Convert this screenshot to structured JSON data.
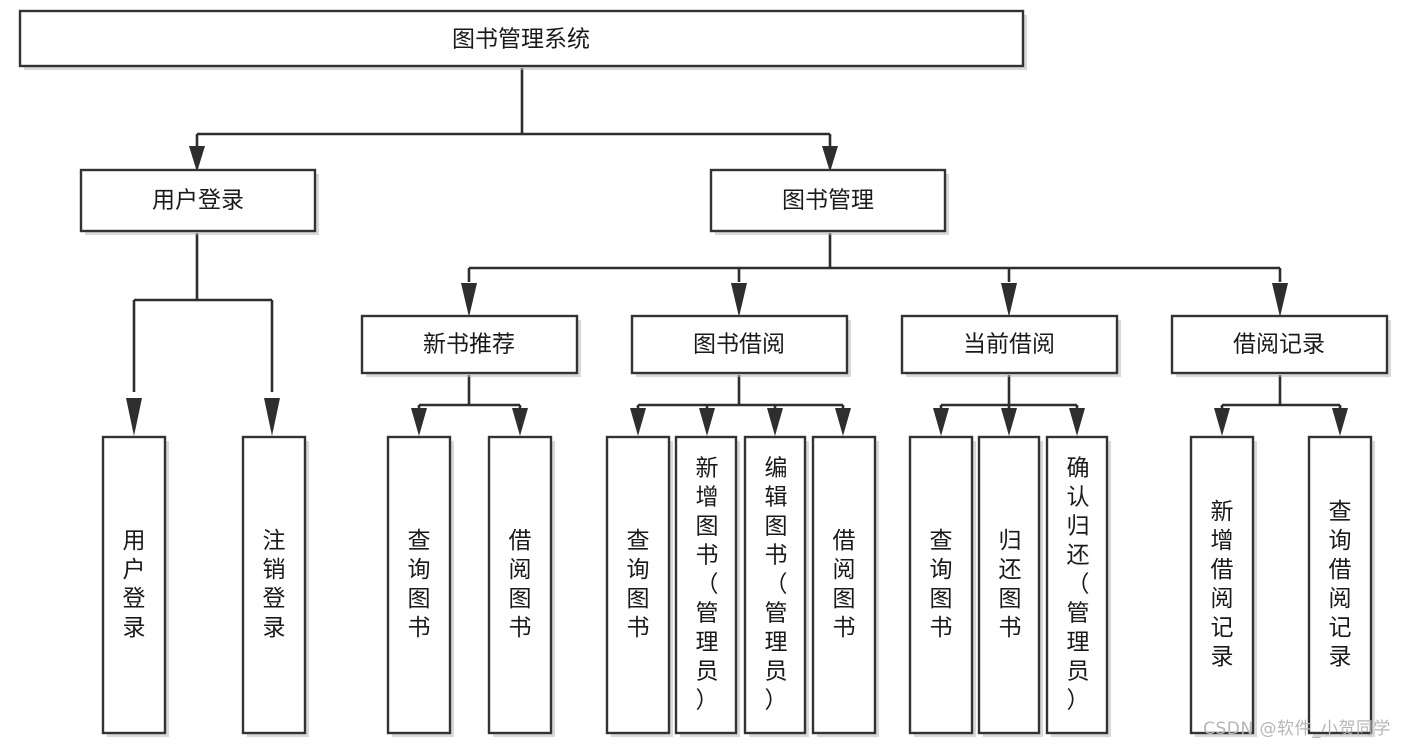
{
  "diagram": {
    "type": "tree-hierarchy",
    "title": "图书管理系统",
    "watermark": "CSDN @软件_小贺同学",
    "colors": {
      "background": "#ffffff",
      "node_fill": "#ffffff",
      "node_stroke": "#333333",
      "connector": "#2e2e2e",
      "text": "#1a1a1a",
      "watermark": "#b6b6b6"
    },
    "nodes": {
      "root": {
        "label": "图书管理系统",
        "orientation": "horizontal"
      },
      "level2": [
        {
          "id": "user-login",
          "label": "用户登录",
          "orientation": "horizontal"
        },
        {
          "id": "book-manage",
          "label": "图书管理",
          "orientation": "horizontal"
        }
      ],
      "level3": [
        {
          "id": "new-book-recommend",
          "label": "新书推荐",
          "orientation": "horizontal"
        },
        {
          "id": "book-borrow",
          "label": "图书借阅",
          "orientation": "horizontal"
        },
        {
          "id": "current-borrow",
          "label": "当前借阅",
          "orientation": "horizontal"
        },
        {
          "id": "borrow-record",
          "label": "借阅记录",
          "orientation": "horizontal"
        }
      ],
      "leaves": [
        {
          "id": "leaf-user-login",
          "label": "用户登录",
          "parent": "user-login",
          "orientation": "vertical"
        },
        {
          "id": "leaf-user-logout",
          "label": "注销登录",
          "parent": "user-login",
          "orientation": "vertical"
        },
        {
          "id": "leaf-query-book-1",
          "label": "查询图书",
          "parent": "new-book-recommend",
          "orientation": "vertical"
        },
        {
          "id": "leaf-borrow-book-1",
          "label": "借阅图书",
          "parent": "new-book-recommend",
          "orientation": "vertical"
        },
        {
          "id": "leaf-query-book-2",
          "label": "查询图书",
          "parent": "book-borrow",
          "orientation": "vertical"
        },
        {
          "id": "leaf-add-book",
          "label": "新增图书（管理员）",
          "parent": "book-borrow",
          "orientation": "vertical"
        },
        {
          "id": "leaf-edit-book",
          "label": "编辑图书（管理员）",
          "parent": "book-borrow",
          "orientation": "vertical"
        },
        {
          "id": "leaf-borrow-book-2",
          "label": "借阅图书",
          "parent": "book-borrow",
          "orientation": "vertical"
        },
        {
          "id": "leaf-query-book-3",
          "label": "查询图书",
          "parent": "current-borrow",
          "orientation": "vertical"
        },
        {
          "id": "leaf-return-book",
          "label": "归还图书",
          "parent": "current-borrow",
          "orientation": "vertical"
        },
        {
          "id": "leaf-confirm-return",
          "label": "确认归还（管理员）",
          "parent": "current-borrow",
          "orientation": "vertical"
        },
        {
          "id": "leaf-add-record",
          "label": "新增借阅记录",
          "parent": "borrow-record",
          "orientation": "vertical"
        },
        {
          "id": "leaf-query-record",
          "label": "查询借阅记录",
          "parent": "borrow-record",
          "orientation": "vertical"
        }
      ]
    }
  }
}
